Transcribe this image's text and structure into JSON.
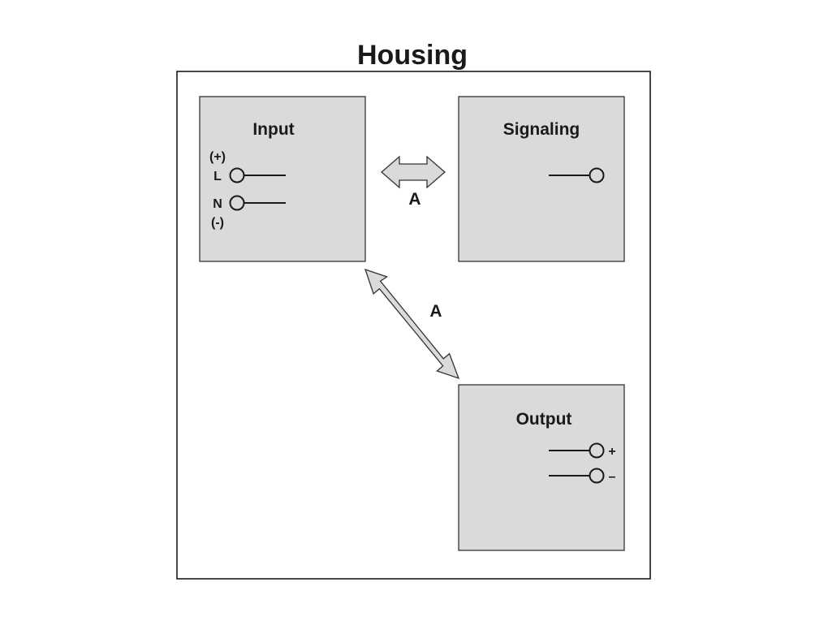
{
  "title": "Housing",
  "blocks": {
    "input": {
      "title": "Input",
      "pins": [
        "(+)",
        "L",
        "N",
        "(-)"
      ]
    },
    "signaling": {
      "title": "Signaling"
    },
    "output": {
      "title": "Output",
      "pins": [
        "+",
        "–"
      ]
    }
  },
  "arrows": {
    "input_signaling": {
      "label": "A"
    },
    "input_output": {
      "label": "A"
    }
  }
}
